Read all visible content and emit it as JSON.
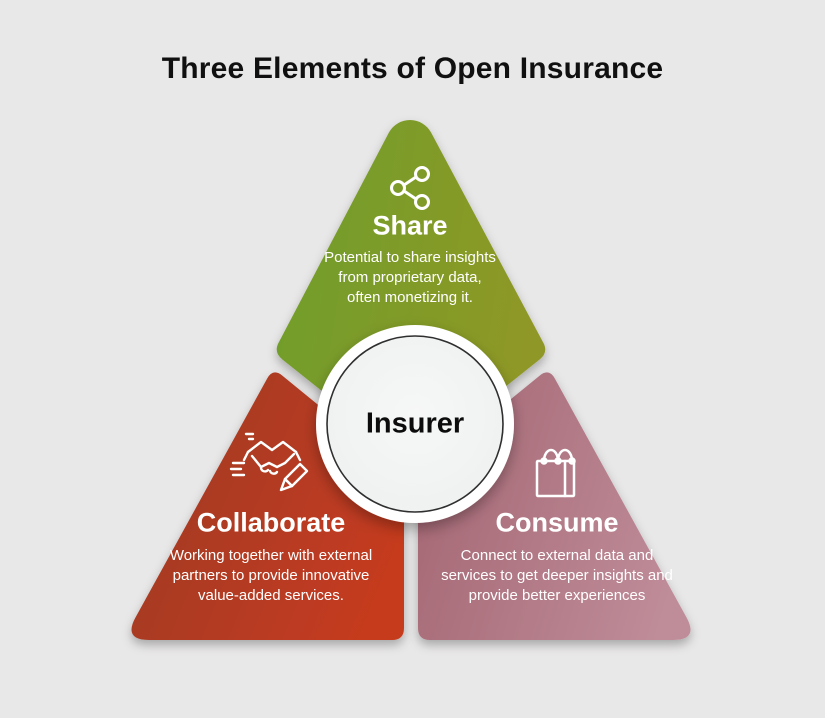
{
  "title": "Three Elements of Open Insurance",
  "center": {
    "label": "Insurer"
  },
  "sections": [
    {
      "id": "share",
      "heading": "Share",
      "icon": "share-icon",
      "body_lines": [
        "Potential to share insights",
        "from proprietary data,",
        "often monetizing it."
      ],
      "color_start": "#6f9e2a",
      "color_end": "#8f9827"
    },
    {
      "id": "collaborate",
      "heading": "Collaborate",
      "icon": "handshake-pencil-icon",
      "body_lines": [
        "Working together with external",
        "partners to provide innovative",
        "value-added services."
      ],
      "color_start": "#9e3a25",
      "color_end": "#c53a1f"
    },
    {
      "id": "consume",
      "heading": "Consume",
      "icon": "shopping-bag-icon",
      "body_lines": [
        "Connect to external data and",
        "services to get deeper insights and",
        "provide better experiences"
      ],
      "color_start": "#a56874",
      "color_end": "#bf8c99"
    }
  ],
  "colors": {
    "background": "#e9e8e8",
    "title_text": "#101010",
    "section_text": "#ffffff",
    "circle_fill": "#eff1f1",
    "circle_ring": "#2f2f2f",
    "circle_outer": "#ffffff"
  }
}
